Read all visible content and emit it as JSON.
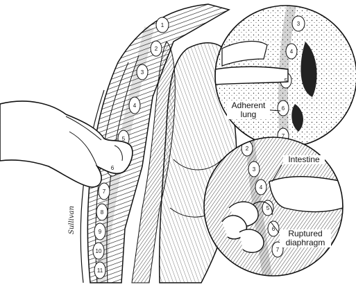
{
  "labels": {
    "adherent_line1": "Adherent",
    "adherent_line2": "lung",
    "intestine": "Intestine",
    "ruptured_line1": "Ruptured",
    "ruptured_line2": "diaphragm"
  },
  "rib_numbers": [
    "1",
    "2",
    "3",
    "4",
    "5",
    "6",
    "7",
    "8",
    "9",
    "10",
    "11"
  ],
  "inset_top_ribs": [
    "3",
    "4",
    "5",
    "6",
    "7"
  ],
  "inset_bottom_ribs": [
    "2",
    "3",
    "4",
    "5",
    "6",
    "7"
  ],
  "signature": "Sullivan",
  "colors": {
    "ink": "#111111",
    "paper": "#ffffff"
  }
}
